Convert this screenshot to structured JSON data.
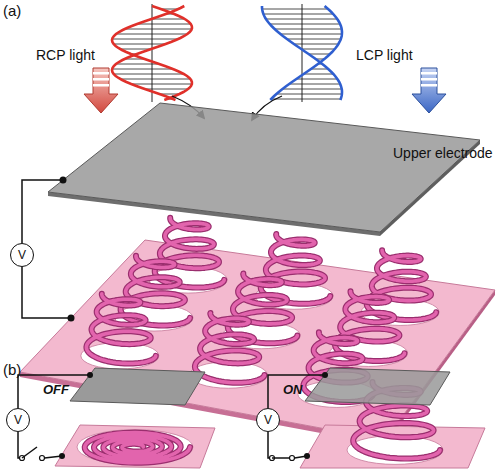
{
  "diagram": {
    "nodes": [
      {
        "text": [
          "V"
        ]
      },
      {
        "text": [
          "V"
        ]
      },
      {
        "text": [
          "V"
        ]
      }
    ],
    "labels": [
      "(a)",
      "RCP light",
      "LCP light",
      "Upper electrode",
      "(b)",
      "OFF",
      "ON"
    ]
  }
}
